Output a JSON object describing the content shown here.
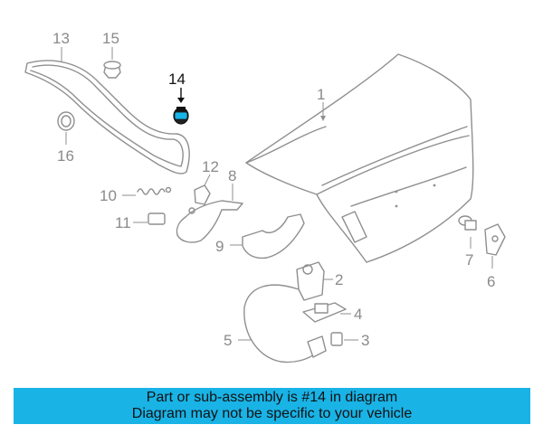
{
  "diagram": {
    "highlight_part": "14",
    "highlight_color": "#19b3e6",
    "labels": [
      "1",
      "2",
      "3",
      "4",
      "5",
      "6",
      "7",
      "8",
      "9",
      "10",
      "11",
      "12",
      "13",
      "14",
      "15",
      "16"
    ]
  },
  "banner": {
    "line1": "Part or sub-assembly is #14 in diagram",
    "line2": "Diagram may not be specific to your vehicle",
    "background": "#19b3e6"
  }
}
